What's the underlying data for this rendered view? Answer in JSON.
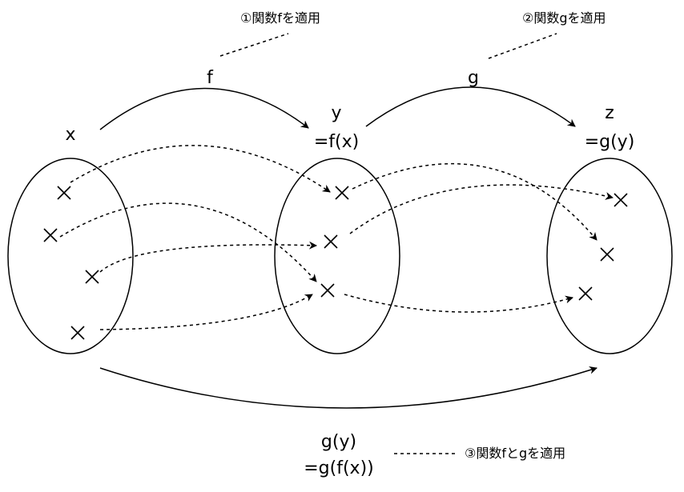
{
  "annotations": {
    "step1": "①関数fを適用",
    "step2": "②関数gを適用",
    "step3": "③関数fとgを適用"
  },
  "functions": {
    "f": "f",
    "g": "g"
  },
  "sets": {
    "x_label": "x",
    "y_label": "y",
    "y_def": "=f(x)",
    "z_label": "z",
    "z_def": "=g(y)"
  },
  "composite": {
    "line1": "g(y)",
    "line2": "=g(f(x))"
  }
}
